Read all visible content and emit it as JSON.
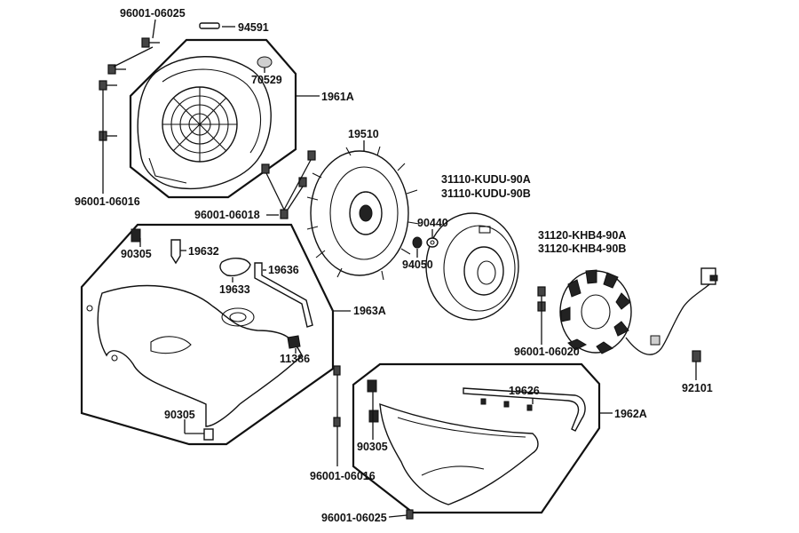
{
  "diagram": {
    "labels": {
      "p96001_06025_top": "96001-06025",
      "p94591": "94591",
      "p70529": "70529",
      "p1961A": "1961A",
      "p96001_06016_left": "96001-06016",
      "p19510": "19510",
      "p96001_06018": "96001-06018",
      "p31110_a": "31110-KUDU-90A",
      "p31110_b": "31110-KUDU-90B",
      "p90440": "90440",
      "p94050": "94050",
      "p31120_a": "31120-KHB4-90A",
      "p31120_b": "31120-KHB4-90B",
      "p90305_a": "90305",
      "p19632": "19632",
      "p19636": "19636",
      "p19633": "19633",
      "p1963A": "1963A",
      "p11386": "11386",
      "p90305_b": "90305",
      "p96001_06020": "96001-06020",
      "p92101": "92101",
      "p19626": "19626",
      "p1962A": "1962A",
      "p90305_c": "90305",
      "p96001_06016_bottom": "96001-06016",
      "p96001_06025_bottom": "96001-06025"
    }
  }
}
